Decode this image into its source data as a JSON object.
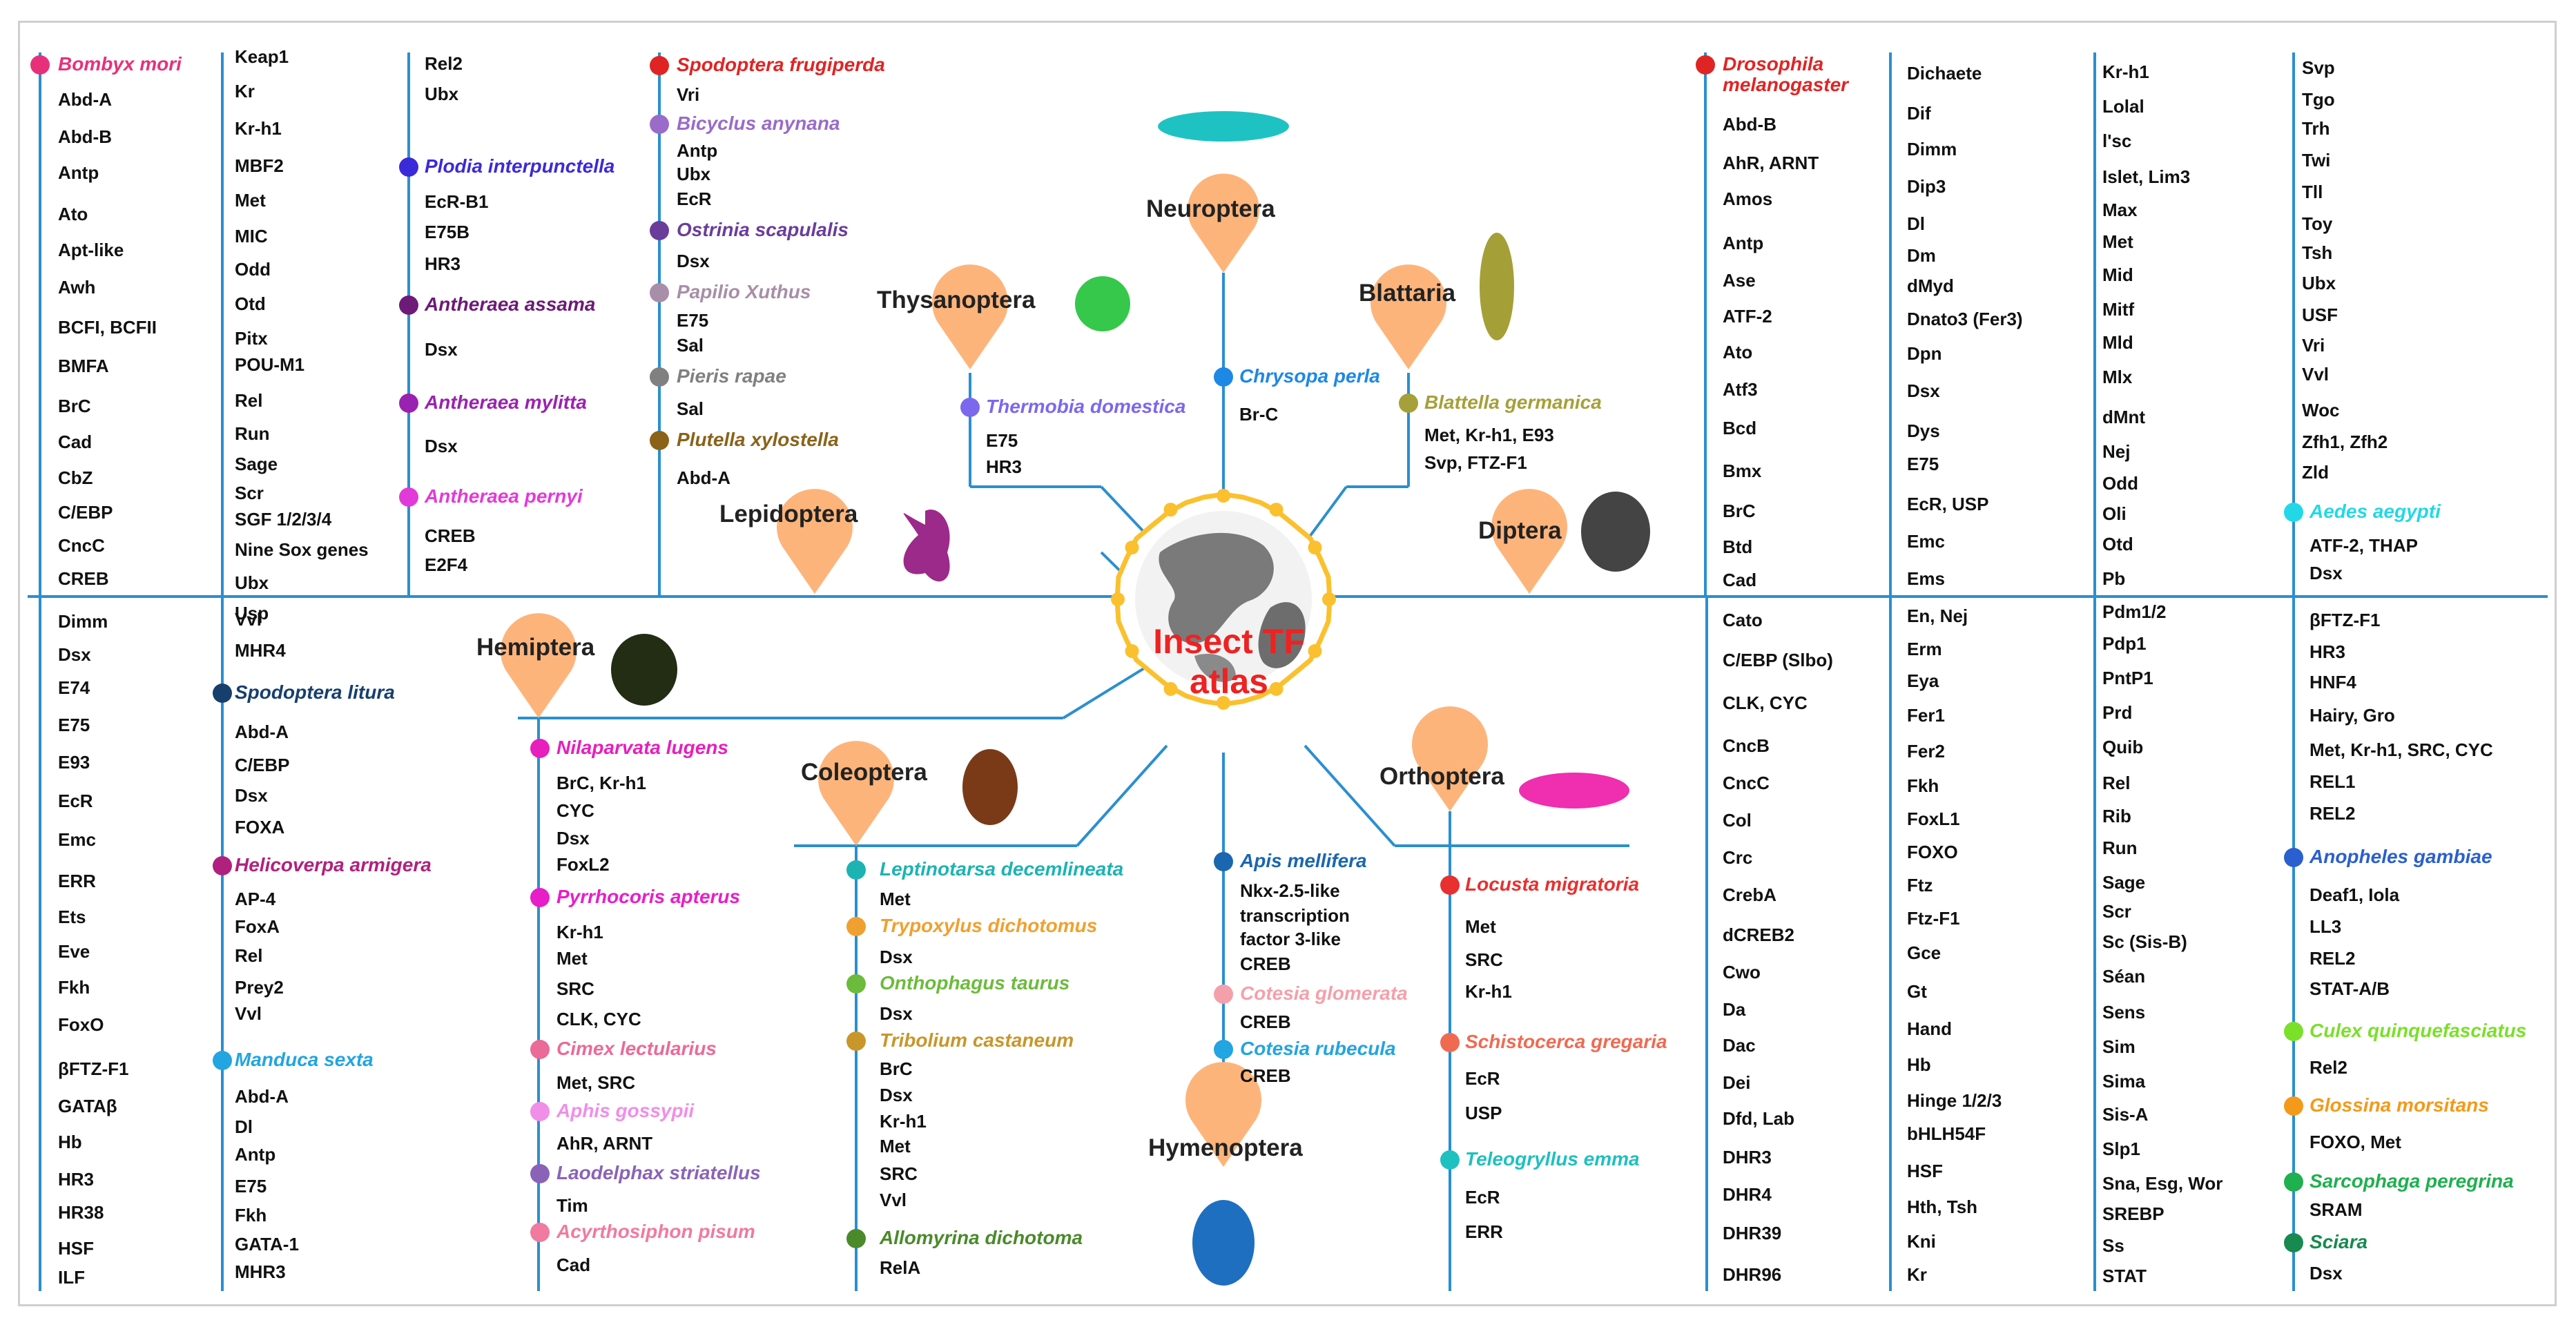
{
  "hub": {
    "title_line1": "Insect TF",
    "title_line2": "atlas"
  },
  "orders": {
    "lepidoptera": "Lepidoptera",
    "hemiptera": "Hemiptera",
    "thysanoptera": "Thysanoptera",
    "neuroptera": "Neuroptera",
    "blattaria": "Blattaria",
    "diptera": "Diptera",
    "coleoptera": "Coleoptera",
    "hymenoptera": "Hymenoptera",
    "orthoptera": "Orthoptera"
  },
  "colors": {
    "line": "#2a8fd0",
    "drop": "#fdb47b",
    "hub_ring": "#fbc02d",
    "title": "#ee2222"
  },
  "icons": {
    "hub": "globe-icon",
    "thysanoptera": "thrips-icon",
    "neuroptera": "lacewing-icon",
    "blattaria": "cockroach-icon",
    "lepidoptera": "butterfly-icon",
    "diptera": "fly-icon",
    "hemiptera": "stinkbug-icon",
    "coleoptera": "beetle-icon",
    "orthoptera": "grasshopper-icon",
    "hymenoptera": "bee-icon"
  },
  "species": {
    "bombyx_mori": {
      "name": "Bombyx mori",
      "color": "#e8307a",
      "genes": [
        "Abd-A",
        "Abd-B",
        "Antp",
        "Ato",
        "Apt-like",
        "Awh",
        "BCFI, BCFII",
        "BMFA",
        "BrC",
        "Cad",
        "CbZ",
        "C/EBP",
        "CncC",
        "CREB",
        "Dimm",
        "Dsx",
        "E74",
        "E75",
        "E93",
        "EcR",
        "Emc",
        "ERR",
        "Ets",
        "Eve",
        "Fkh",
        "FoxO",
        "βFTZ-F1",
        "GATAβ",
        "Hb",
        "HR3",
        "HR38",
        "HSF",
        "ILF",
        "Keap1",
        "Kr",
        "Kr-h1",
        "MBF2",
        "Met",
        "MIC",
        "Odd",
        "Otd",
        "Pitx",
        "POU-M1",
        "Rel",
        "Run",
        "Sage",
        "Scr",
        "SGF 1/2/3/4",
        "Nine Sox genes",
        "Ubx",
        "Usp",
        "Vvl",
        "MHR4",
        "Rel2",
        "Ubx"
      ]
    },
    "spodoptera_litura": {
      "name": "Spodoptera litura",
      "color": "#173f6e",
      "genes": [
        "Abd-A",
        "C/EBP",
        "Dsx",
        "FOXA"
      ]
    },
    "helicoverpa_armigera": {
      "name": "Helicoverpa armigera",
      "color": "#b0217f",
      "genes": [
        "AP-4",
        "FoxA",
        "Rel",
        "Prey2",
        "Vvl"
      ]
    },
    "manduca_sexta": {
      "name": "Manduca sexta",
      "color": "#22a5e0",
      "genes": [
        "Abd-A",
        "Dl",
        "Antp",
        "E75",
        "Fkh",
        "GATA-1",
        "MHR3"
      ]
    },
    "plodia_interpunctella": {
      "name": "Plodia interpunctella",
      "color": "#3b2ad8",
      "genes": [
        "EcR-B1",
        "E75B",
        "HR3"
      ]
    },
    "antheraea_assama": {
      "name": "Antheraea assama",
      "color": "#6d1a78",
      "genes": [
        "Dsx"
      ]
    },
    "antheraea_mylitta": {
      "name": "Antheraea mylitta",
      "color": "#9a22b0",
      "genes": [
        "Dsx"
      ]
    },
    "antheraea_pernyi": {
      "name": "Antheraea pernyi",
      "color": "#e23ad8",
      "genes": [
        "CREB",
        "E2F4"
      ]
    },
    "spodoptera_frugiperda": {
      "name": "Spodoptera frugiperda",
      "color": "#e02424",
      "genes": [
        "Vri"
      ]
    },
    "bicyclus_anynana": {
      "name": "Bicyclus anynana",
      "color": "#9a6bc9",
      "genes": [
        "Antp",
        "Ubx",
        "EcR"
      ]
    },
    "ostrinia_scapulalis": {
      "name": "Ostrinia scapulalis",
      "color": "#6a3d9a",
      "genes": [
        "Dsx"
      ]
    },
    "papilio_xuthus": {
      "name": "Papilio Xuthus",
      "color": "#a88ea8",
      "genes": [
        "E75",
        "Sal"
      ]
    },
    "pieris_rapae": {
      "name": "Pieris rapae",
      "color": "#808080",
      "genes": [
        "Sal"
      ]
    },
    "plutella_xylostella": {
      "name": "Plutella xylostella",
      "color": "#8a6218",
      "genes": [
        "Abd-A"
      ]
    },
    "thermobia_domestica": {
      "name": "Thermobia domestica",
      "color": "#7b68ee",
      "genes": [
        "E75",
        "HR3"
      ]
    },
    "chrysopa_perla": {
      "name": "Chrysopa perla",
      "color": "#1e88e5",
      "genes": [
        "Br-C"
      ]
    },
    "blattella_germanica": {
      "name": "Blattella germanica",
      "color": "#a5a03a",
      "genes": [
        "Met, Kr-h1, E93",
        "Svp, FTZ-F1"
      ]
    },
    "nilaparvata_lugens": {
      "name": "Nilaparvata lugens",
      "color": "#e71fbd",
      "genes": [
        "BrC, Kr-h1",
        "CYC",
        "Dsx",
        "FoxL2"
      ]
    },
    "pyrrhocoris_apterus": {
      "name": "Pyrrhocoris apterus",
      "color": "#e71fc8",
      "genes": [
        "Kr-h1",
        "Met",
        "SRC",
        "CLK, CYC"
      ]
    },
    "cimex_lectularius": {
      "name": "Cimex lectularius",
      "color": "#ea6a98",
      "genes": [
        "Met, SRC"
      ]
    },
    "aphis_gossypii": {
      "name": "Aphis gossypii",
      "color": "#f08ee8",
      "genes": [
        "AhR, ARNT"
      ]
    },
    "laodelphax_striatellus": {
      "name": "Laodelphax striatellus",
      "color": "#8a63b8",
      "genes": [
        "Tim"
      ]
    },
    "acyrthosiphon_pisum": {
      "name": "Acyrthosiphon pisum",
      "color": "#f07aa0",
      "genes": [
        "Cad"
      ]
    },
    "leptinotarsa_decemlineata": {
      "name": "Leptinotarsa decemlineata",
      "color": "#1db3b3",
      "genes": [
        "Met"
      ]
    },
    "trypoxylus_dichotomus": {
      "name": "Trypoxylus dichotomus",
      "color": "#f0a030",
      "genes": [
        "Dsx"
      ]
    },
    "onthophagus_taurus": {
      "name": "Onthophagus taurus",
      "color": "#6cbb3c",
      "genes": [
        "Dsx"
      ]
    },
    "tribolium_castaneum": {
      "name": "Tribolium castaneum",
      "color": "#c8962a",
      "genes": [
        "BrC",
        "Dsx",
        "Kr-h1",
        "Met",
        "SRC",
        "Vvl"
      ]
    },
    "allomyrina_dichotoma": {
      "name": "Allomyrina dichotoma",
      "color": "#4a8a2a",
      "genes": [
        "RelA"
      ]
    },
    "apis_mellifera": {
      "name": "Apis mellifera",
      "color": "#1a66b0",
      "genes": [
        "Nkx-2.5-like",
        "transcription",
        "factor 3-like",
        "CREB"
      ]
    },
    "cotesia_glomerata": {
      "name": "Cotesia glomerata",
      "color": "#f4a0aa",
      "genes": [
        "CREB"
      ]
    },
    "cotesia_rubecula": {
      "name": "Cotesia rubecula",
      "color": "#22a5e0",
      "genes": [
        "CREB"
      ]
    },
    "locusta_migratoria": {
      "name": "Locusta migratoria",
      "color": "#e83030",
      "genes": [
        "Met",
        "SRC",
        "Kr-h1"
      ]
    },
    "schistocerca_gregaria": {
      "name": "Schistocerca gregaria",
      "color": "#f06a52",
      "genes": [
        "EcR",
        "USP"
      ]
    },
    "teleogryllus_emma": {
      "name": "Teleogryllus emma",
      "color": "#1fc0c0",
      "genes": [
        "EcR",
        "ERR"
      ]
    },
    "drosophila_melanogaster": {
      "name": "Drosophila melanogaster",
      "name_line1": "Drosophila",
      "name_line2": "melanogaster",
      "color": "#e02424",
      "genes": [
        "Abd-B",
        "AhR, ARNT",
        "Amos",
        "Antp",
        "Ase",
        "ATF-2",
        "Ato",
        "Atf3",
        "Bcd",
        "Bmx",
        "BrC",
        "Btd",
        "Cad",
        "Cato",
        "C/EBP (Slbo)",
        "CLK, CYC",
        "CncB",
        "CncC",
        "Col",
        "Crc",
        "CrebA",
        "dCREB2",
        "Cwo",
        "Da",
        "Dac",
        "Dei",
        "Dfd, Lab",
        "DHR3",
        "DHR4",
        "DHR39",
        "DHR96",
        "Dichaete",
        "Dif",
        "Dimm",
        "Dip3",
        "Dl",
        "Dm",
        "dMyd",
        "Dnato3 (Fer3)",
        "Dpn",
        "Dsx",
        "Dys",
        "E75",
        "EcR, USP",
        "Emc",
        "Ems",
        "En, Nej",
        "Erm",
        "Eya",
        "Fer1",
        "Fer2",
        "Fkh",
        "FoxL1",
        "FOXO",
        "Ftz",
        "Ftz-F1",
        "Gce",
        "Gt",
        "Hand",
        "Hb",
        "Hinge 1/2/3",
        "bHLH54F",
        "HSF",
        "Hth, Tsh",
        "Kni",
        "Kr",
        "Kr-h1",
        "Lolal",
        "l'sc",
        "Islet, Lim3",
        "Max",
        "Met",
        "Mid",
        "Mitf",
        "Mld",
        "Mlx",
        "dMnt",
        "Nej",
        "Odd",
        "Oli",
        "Otd",
        "Pb",
        "Pdm1/2",
        "Pdp1",
        "PntP1",
        "Prd",
        "Quib",
        "Rel",
        "Rib",
        "Run",
        "Sage",
        "Scr",
        "Sc (Sis-B)",
        "Séan",
        "Sens",
        "Sim",
        "Sima",
        "Sis-A",
        "Slp1",
        "Sna, Esg, Wor",
        "SREBP",
        "Ss",
        "STAT",
        "Svp",
        "Tgo",
        "Trh",
        "Twi",
        "Tll",
        "Toy",
        "Tsh",
        "Ubx",
        "USF",
        "Vri",
        "Vvl",
        "Woc",
        "Zfh1, Zfh2",
        "Zld"
      ]
    },
    "aedes_aegypti": {
      "name": "Aedes aegypti",
      "color": "#22d8e8",
      "genes": [
        "ATF-2, THAP",
        "Dsx",
        "βFTZ-F1",
        "HR3",
        "HNF4",
        "Hairy, Gro",
        "Met, Kr-h1, SRC, CYC",
        "REL1",
        "REL2"
      ]
    },
    "anopheles_gambiae": {
      "name": "Anopheles gambiae",
      "color": "#2a5fd0",
      "genes": [
        "Deaf1, Iola",
        "LL3",
        "REL2",
        "STAT-A/B"
      ]
    },
    "culex_quinquefasciatus": {
      "name": "Culex quinquefasciatus",
      "color": "#7ae02a",
      "genes": [
        "Rel2"
      ]
    },
    "glossina_morsitans": {
      "name": "Glossina morsitans",
      "color": "#f39a1a",
      "genes": [
        "FOXO, Met"
      ]
    },
    "sarcophaga_peregrina": {
      "name": "Sarcophaga peregrina",
      "color": "#1fb04f",
      "genes": [
        "SRAM"
      ]
    },
    "sciara": {
      "name": "Sciara",
      "color": "#178a4f",
      "genes": [
        "Dsx"
      ]
    }
  }
}
